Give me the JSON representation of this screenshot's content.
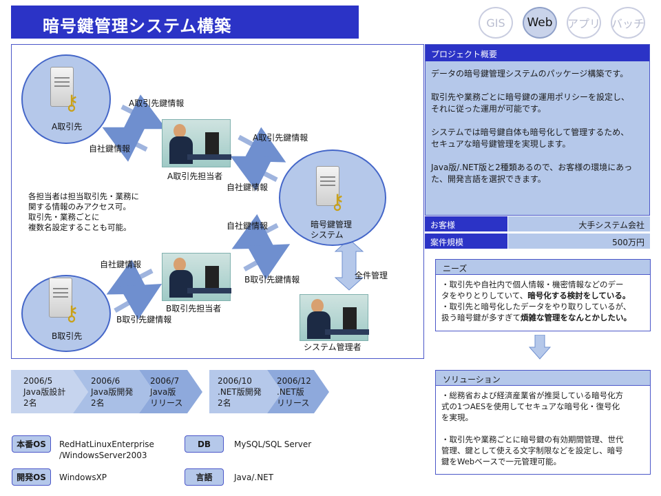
{
  "header": {
    "title": "暗号鍵管理システム構築"
  },
  "categories": [
    {
      "label": "GIS",
      "active": false
    },
    {
      "label": "Web",
      "active": true
    },
    {
      "label": "アプリ",
      "active": false
    },
    {
      "label": "バッチ",
      "active": false
    }
  ],
  "diagram": {
    "node_a": "A取引先",
    "node_b": "B取引先",
    "person_a": "A取引先担当者",
    "person_b": "B取引先担当者",
    "person_admin": "システム管理者",
    "system": "暗号鍵管理\nシステム",
    "arrow_a_key": "A取引先鍵情報",
    "arrow_own_key_top": "自社鍵情報",
    "arrow_a_key_2": "A取引先鍵情報",
    "arrow_own_key_2": "自社鍵情報",
    "arrow_own_key_3": "自社鍵情報",
    "arrow_b_key_2": "B取引先鍵情報",
    "arrow_own_key_bottom": "自社鍵情報",
    "arrow_b_key": "B取引先鍵情報",
    "all_manage": "全件管理",
    "note": "各担当者は担当取引先・業務に\n関する情報のみアクセス可。\n取引先・業務ごとに\n複数名設定することも可能。"
  },
  "overview": {
    "heading": "プロジェクト概要",
    "body": "データの暗号鍵管理システムのパッケージ構築です。\n\n取引先や業務ごとに暗号鍵の運用ポリシーを設定し、\nそれに従った運用が可能です。\n\nシステムでは暗号鍵自体も暗号化して管理するため、\nセキュアな暗号鍵管理を実現します。\n\nJava版/.NET版と2種類あるので、お客様の環境にあっ\nた、開発言語を選択できます。"
  },
  "info": {
    "customer_label": "お客様",
    "customer_value": "大手システム会社",
    "scale_label": "案件規模",
    "scale_value": "500万円"
  },
  "needs": {
    "heading": "ニーズ",
    "line1": "・取引先や自社内で個人情報・機密情報などのデー",
    "line2a": "タをやりとりしていて、",
    "line2b": "暗号化する検討をしている。",
    "line3": "・取引先と暗号化したデータをやり取りしているが、",
    "line4a": "扱う暗号鍵が多すぎて",
    "line4b": "煩雑な管理をなんとかしたい。"
  },
  "solution": {
    "heading": "ソリューション",
    "body": "・総務省および経済産業省が推奨している暗号化方\n式の1つAESを使用してセキュアな暗号化・復号化\nを実現。\n\n・取引先や業務ごとに暗号鍵の有効期間管理、世代\n管理、鍵として使える文字制限などを設定し、暗号\n鍵をWebベースで一元管理可能。"
  },
  "timeline": [
    {
      "text": "2006/5\nJava版設計\n2名"
    },
    {
      "text": "2006/6\nJava版開発\n2名"
    },
    {
      "text": "2006/7\nJava版\nリリース"
    },
    {
      "text": "2006/10\n.NET版開発\n2名"
    },
    {
      "text": "2006/12\n.NET版\nリリース"
    }
  ],
  "env": {
    "prod_os_label": "本番OS",
    "prod_os_value": "RedHatLinuxEnterprise\n/WindowsServer2003",
    "dev_os_label": "開発OS",
    "dev_os_value": "WindowsXP",
    "db_label": "DB",
    "db_value": "MySQL/SQL Server",
    "lang_label": "言語",
    "lang_value": "Java/.NET"
  },
  "colors": {
    "accent": "#2b33c6",
    "light": "#b5c8ea",
    "arrow": "#9fb4de"
  },
  "icons": [
    "server-icon",
    "key-icon",
    "person-icon",
    "down-arrow-icon"
  ]
}
